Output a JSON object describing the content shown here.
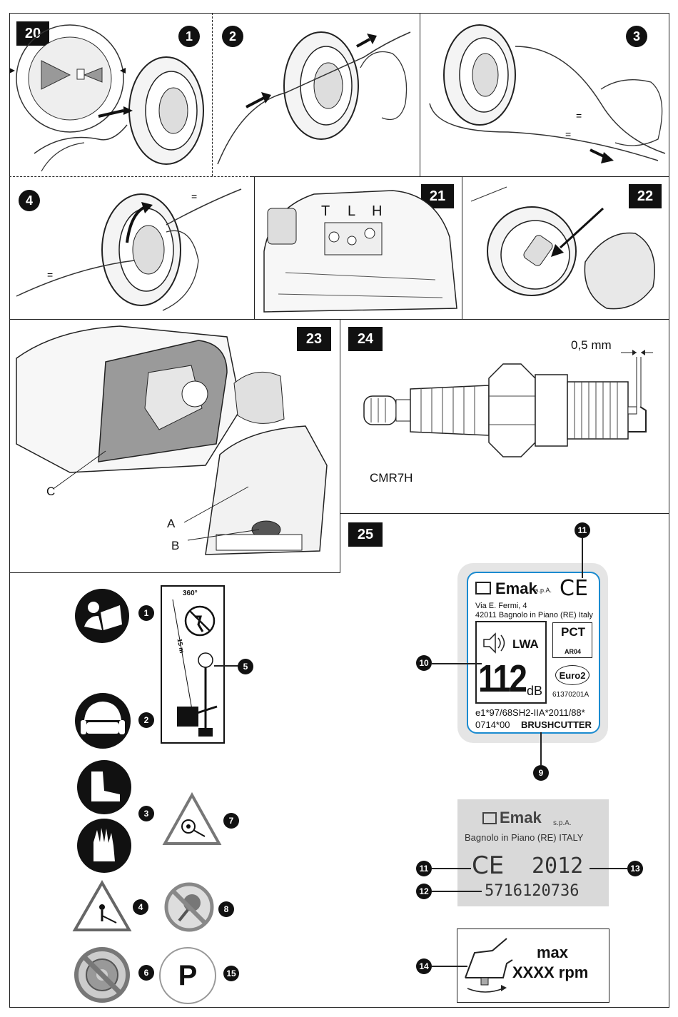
{
  "figures": {
    "f20": "20",
    "f21": "21",
    "f22": "22",
    "f23": "23",
    "f24": "24",
    "f25": "25"
  },
  "steps": {
    "s1": "1",
    "s2": "2",
    "s3": "3",
    "s4": "4"
  },
  "fig21_labels": {
    "t": "T",
    "l": "L",
    "h": "H"
  },
  "fig23_labels": {
    "a": "A",
    "b": "B",
    "c": "C"
  },
  "fig24": {
    "gap": "0,5 mm",
    "plug": "CMR7H"
  },
  "label1": {
    "brand": "Emak",
    "brand_suffix": "s.p.A.",
    "ce": "CE",
    "address1": "Via E. Fermi, 4",
    "address2": "42011 Bagnolo in Piano (RE) Italy",
    "lwa": "LWA",
    "db_value": "112",
    "db_unit": "dB",
    "pct": "PCT",
    "pct_code": "AR04",
    "euro": "Euro2",
    "code": "61370201A",
    "approval1": "e1*97/68SH2-IIA*2011/88*",
    "approval2": "0714*00",
    "type": "BRUSHCUTTER"
  },
  "label2": {
    "brand": "Emak",
    "brand_suffix": "s.p.A.",
    "address": "Bagnolo in Piano (RE) ITALY",
    "ce": "CE",
    "year": "2012",
    "serial": "5716120736"
  },
  "rpm": {
    "max": "max",
    "value": "XXXX rpm"
  },
  "callouts": {
    "c1": "1",
    "c2": "2",
    "c3": "3",
    "c4": "4",
    "c5": "5",
    "c6": "6",
    "c7": "7",
    "c8": "8",
    "c9": "9",
    "c10": "10",
    "c11a": "11",
    "c11b": "11",
    "c12": "12",
    "c13": "13",
    "c14": "14",
    "c15": "15"
  },
  "symbol_p": "P",
  "symbol5": {
    "deg": "360°",
    "dist": "15 m"
  }
}
